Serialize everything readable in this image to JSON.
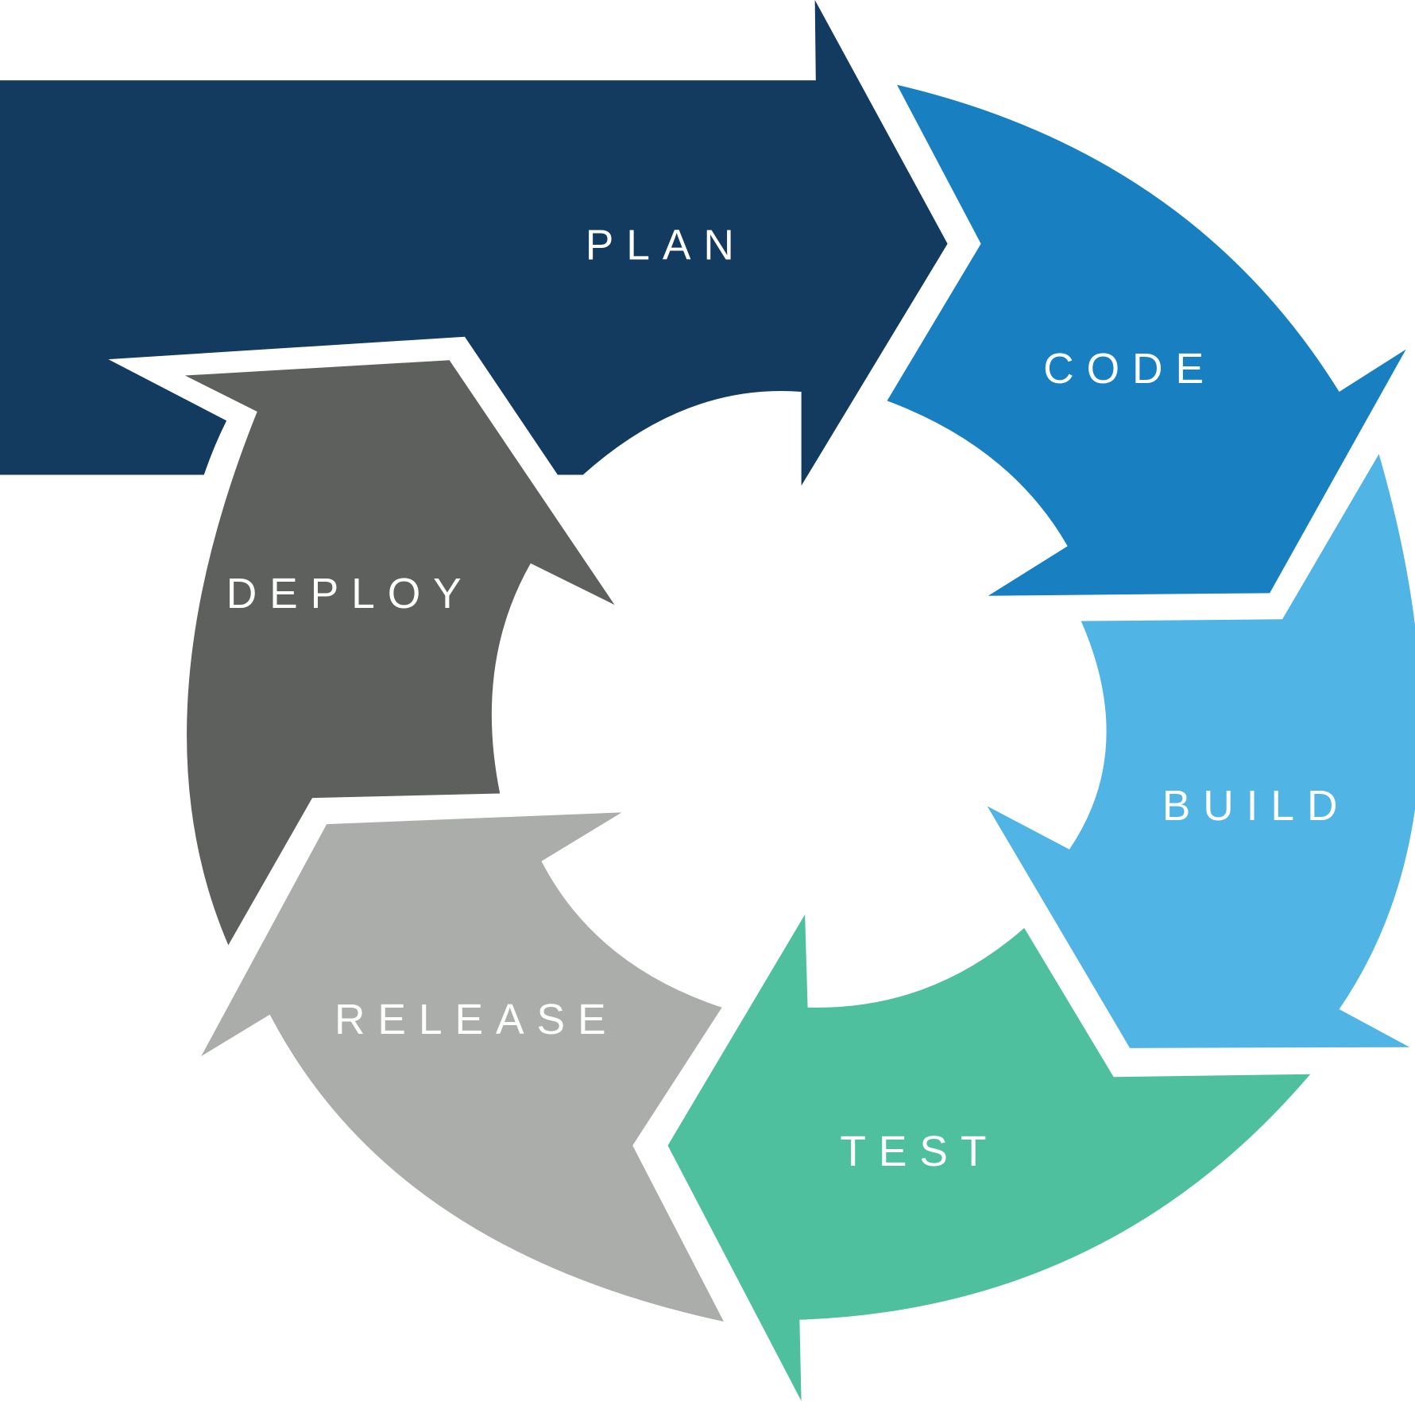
{
  "diagram": {
    "type": "cycle",
    "stages": [
      {
        "label": "PLAN",
        "color": "#133a5f"
      },
      {
        "label": "CODE",
        "color": "#1880c1"
      },
      {
        "label": "BUILD",
        "color": "#50b4e4"
      },
      {
        "label": "TEST",
        "color": "#4ec09e"
      },
      {
        "label": "RELEASE",
        "color": "#abadaa"
      },
      {
        "label": "DEPLOY",
        "color": "#5e605e"
      }
    ]
  }
}
